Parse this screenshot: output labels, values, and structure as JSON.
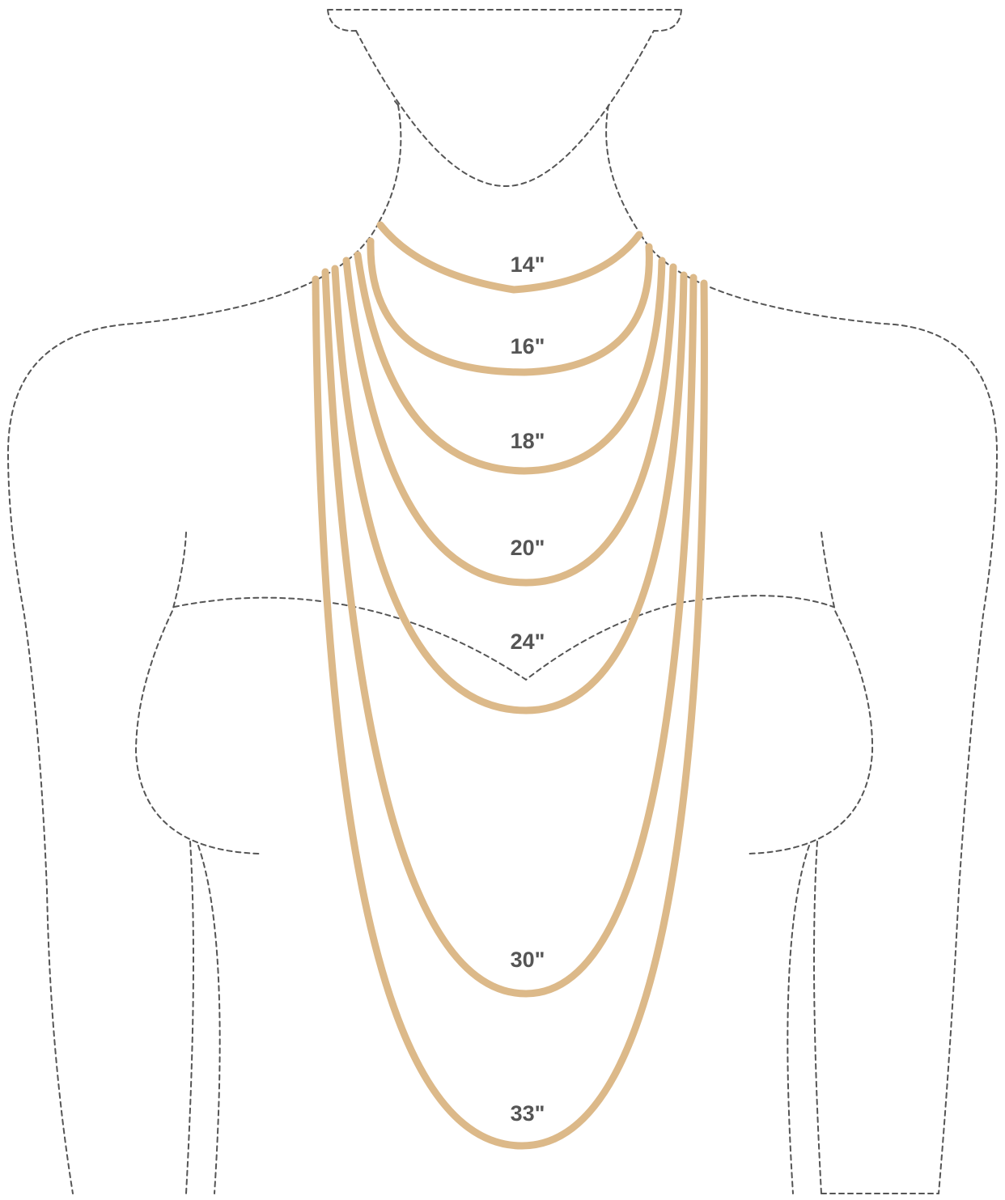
{
  "colors": {
    "chain": "#dcb989",
    "outline": "#555555",
    "label": "#555555",
    "background": "#ffffff"
  },
  "necklaces": [
    {
      "length": "14\""
    },
    {
      "length": "16\""
    },
    {
      "length": "18\""
    },
    {
      "length": "20\""
    },
    {
      "length": "24\""
    },
    {
      "length": "30\""
    },
    {
      "length": "33\""
    }
  ]
}
